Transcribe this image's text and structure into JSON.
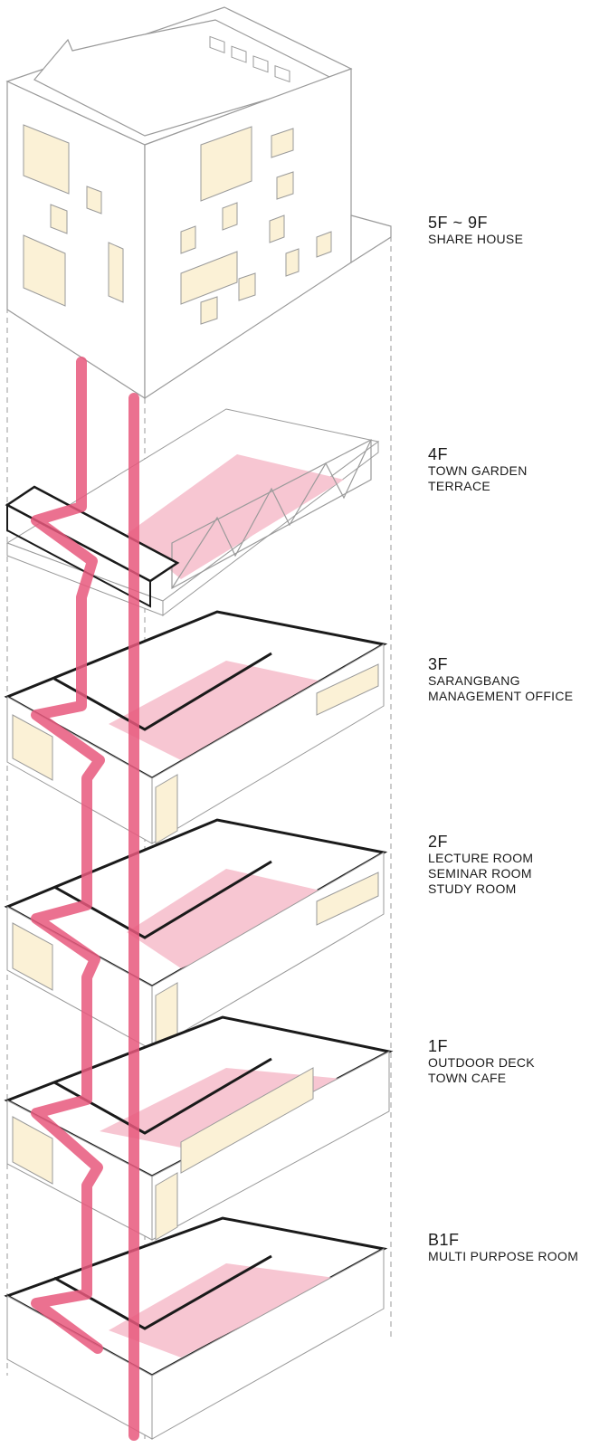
{
  "colors": {
    "accent": "#e8587c",
    "floor_fill": "#f7c6d2",
    "window_fill": "#fbf1d6",
    "line": "#1a1a1a",
    "thin_line": "#9a9a9a"
  },
  "floors": [
    {
      "code": "5F ~ 9F",
      "lines": [
        "SHARE HOUSE"
      ]
    },
    {
      "code": "4F",
      "lines": [
        "TOWN GARDEN",
        "TERRACE"
      ]
    },
    {
      "code": "3F",
      "lines": [
        "SARANGBANG",
        "MANAGEMENT OFFICE"
      ]
    },
    {
      "code": "2F",
      "lines": [
        "LECTURE ROOM",
        "SEMINAR ROOM",
        "STUDY ROOM"
      ]
    },
    {
      "code": "1F",
      "lines": [
        "OUTDOOR DECK",
        "TOWN CAFE"
      ]
    },
    {
      "code": "B1F",
      "lines": [
        "MULTI PURPOSE ROOM"
      ]
    }
  ]
}
